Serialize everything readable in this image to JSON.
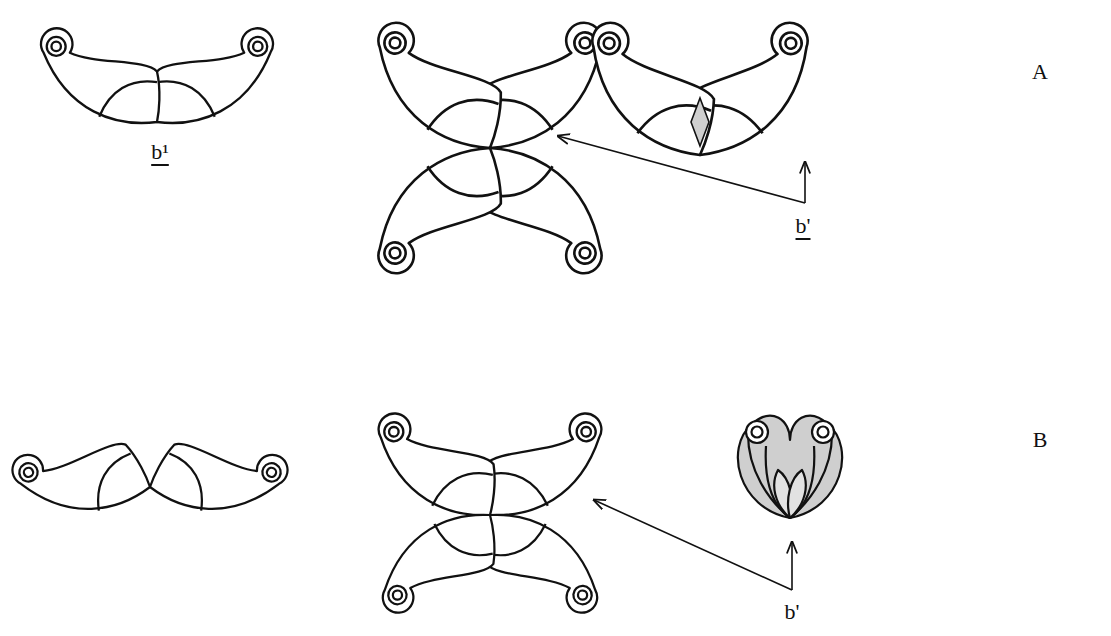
{
  "diagram": {
    "labels": [
      "A",
      "b¹",
      "b'",
      "B",
      "b'"
    ]
  }
}
